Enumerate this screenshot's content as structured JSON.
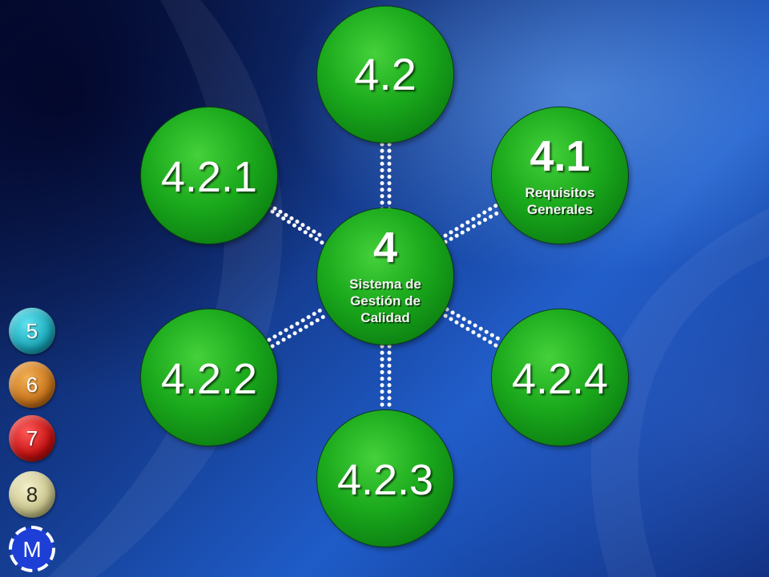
{
  "diagram": {
    "center": {
      "number": "4",
      "caption": [
        "Sistema de",
        "Gestión de",
        "Calidad"
      ]
    },
    "nodes": [
      {
        "number": "4.2"
      },
      {
        "number": "4.1",
        "caption": [
          "Requisitos",
          "Generales"
        ]
      },
      {
        "number": "4.2.1"
      },
      {
        "number": "4.2.2"
      },
      {
        "number": "4.2.4"
      },
      {
        "number": "4.2.3"
      }
    ],
    "node_color": "#1aa81c",
    "connector_color": "#ffffff"
  },
  "nav": {
    "buttons": [
      {
        "label": "5",
        "color": "#19a6b8"
      },
      {
        "label": "6",
        "color": "#c8741a"
      },
      {
        "label": "7",
        "color": "#c41010"
      },
      {
        "label": "8",
        "color": "#c9c48a"
      }
    ],
    "menu_label": "M",
    "menu_color": "#1d3fd6"
  }
}
